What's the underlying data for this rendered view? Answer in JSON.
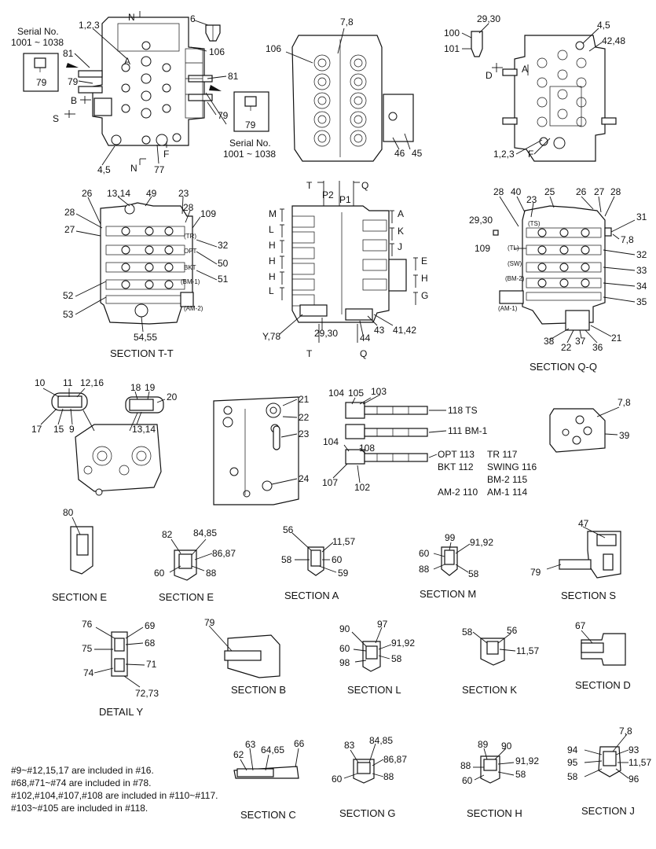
{
  "assembly_overview": {
    "serial_note_left": [
      "Serial No.",
      "1001 ~ 1038"
    ],
    "serial_note_right": [
      "Serial No.",
      "1001 ~ 1038"
    ],
    "section_marks": [
      "N",
      "S",
      "B",
      "F",
      "D",
      "A",
      "T",
      "P2",
      "P1",
      "Q",
      "M",
      "L",
      "H",
      "K",
      "J",
      "E",
      "G",
      "Y,78"
    ]
  },
  "part_labels": {
    "front_view": [
      "1,2,3",
      "6",
      "81",
      "106",
      "79",
      "81",
      "79",
      "4,5",
      "77",
      "79",
      "79"
    ],
    "side_view": [
      "7,8",
      "106",
      "46",
      "45"
    ],
    "rear_view": [
      "29,30",
      "100",
      "101",
      "4,5",
      "42,48",
      "1,2,3"
    ],
    "section_tt": [
      "26",
      "13,14",
      "49",
      "23",
      "28",
      "109",
      "28",
      "27",
      "32",
      "50",
      "51",
      "52",
      "53",
      "54,55",
      "(TR)",
      "OPT",
      "BKT",
      "(BM-1)",
      "(AM-2)"
    ],
    "center_section": [
      "29,30",
      "44",
      "43",
      "41,42"
    ],
    "section_qq": [
      "28",
      "40",
      "23",
      "25",
      "26",
      "27",
      "28",
      "29,30",
      "31",
      "7,8",
      "109",
      "32",
      "33",
      "34",
      "35",
      "38",
      "22",
      "37",
      "36",
      "21",
      "(TS)",
      "(TL)",
      "(SW)",
      "(BM-2)",
      "(AM-1)"
    ],
    "detail_left": [
      "10",
      "11",
      "12,16",
      "18",
      "19",
      "20",
      "17",
      "15",
      "9",
      "13,14"
    ],
    "plate": [
      "21",
      "22",
      "23",
      "24"
    ],
    "spools": [
      "104",
      "105",
      "103",
      "118 TS",
      "111 BM-1",
      "104",
      "108",
      "107",
      "102",
      "OPT 113",
      "TR 117",
      "BKT 112",
      "SWING 116",
      "BM-2 115",
      "AM-2 110",
      "AM-1 114"
    ],
    "detail_right": [
      "7,8",
      "39"
    ]
  },
  "sections": [
    {
      "title": "SECTION  T-T",
      "labels": []
    },
    {
      "title": "SECTION  Q-Q",
      "labels": []
    },
    {
      "title": "SECTION  E",
      "labels": [
        "80"
      ]
    },
    {
      "title": "SECTION  E",
      "labels": [
        "82",
        "84,85",
        "86,87",
        "60",
        "88"
      ]
    },
    {
      "title": "SECTION  A",
      "labels": [
        "56",
        "11,57",
        "58",
        "60",
        "59"
      ]
    },
    {
      "title": "SECTION  M",
      "labels": [
        "99",
        "91,92",
        "60",
        "88",
        "58"
      ]
    },
    {
      "title": "SECTION  S",
      "labels": [
        "47",
        "79"
      ]
    },
    {
      "title": "DETAIL  Y",
      "labels": [
        "76",
        "69",
        "75",
        "68",
        "71",
        "74",
        "72,73"
      ]
    },
    {
      "title": "SECTION  B",
      "labels": [
        "79"
      ]
    },
    {
      "title": "SECTION  L",
      "labels": [
        "90",
        "97",
        "91,92",
        "60",
        "58",
        "98"
      ]
    },
    {
      "title": "SECTION  K",
      "labels": [
        "58",
        "56",
        "11,57"
      ]
    },
    {
      "title": "SECTION  D",
      "labels": [
        "67"
      ]
    },
    {
      "title": "SECTION  C",
      "labels": [
        "63",
        "66",
        "62",
        "64,65"
      ]
    },
    {
      "title": "SECTION  G",
      "labels": [
        "83",
        "84,85",
        "86,87",
        "60",
        "88"
      ]
    },
    {
      "title": "SECTION  H",
      "labels": [
        "89",
        "90",
        "91,92",
        "88",
        "58",
        "60"
      ]
    },
    {
      "title": "SECTION  J",
      "labels": [
        "7,8",
        "94",
        "93",
        "95",
        "11,57",
        "58",
        "96"
      ]
    }
  ],
  "notes": [
    "#9~#12,15,17 are included in #16.",
    "#68,#71~#74 are included in #78.",
    "#102,#104,#107,#108 are included in #110~#117.",
    "#103~#105 are included in #118."
  ]
}
